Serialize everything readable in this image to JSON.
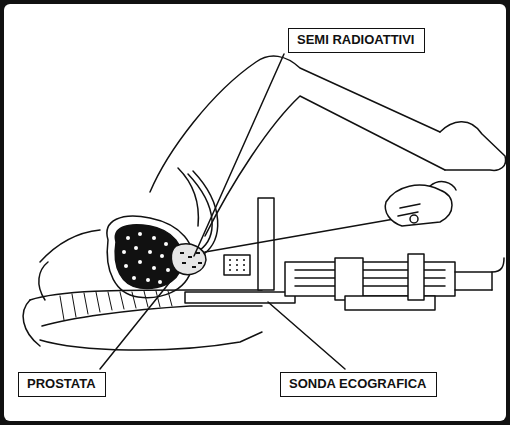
{
  "diagram": {
    "nodes": [
      {
        "text": [
          "SEMI RADIOATTIVI"
        ]
      },
      {
        "text": [
          "PROSTATA"
        ]
      },
      {
        "text": [
          "SONDA ECOGRAFICA"
        ]
      }
    ]
  }
}
